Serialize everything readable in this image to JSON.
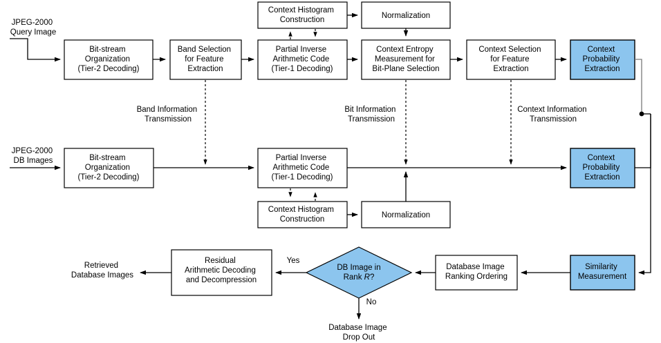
{
  "figure": {
    "type": "flowchart",
    "title": "JPEG-2000 compressed-domain image retrieval block diagram",
    "colors": {
      "node_fill": "#FFFFFF",
      "highlight_fill": "#8CC5EE",
      "stroke": "#000000",
      "gray_stroke": "#7A7A7A",
      "background": "#FFFFFF"
    }
  },
  "nodes": {
    "query_input": {
      "line1": "JPEG-2000",
      "line2": "Query Image"
    },
    "db_input": {
      "line1": "JPEG-2000",
      "line2": "DB Images"
    },
    "q_bitstream": {
      "line1": "Bit-stream",
      "line2": "Organization",
      "line3": "(Tier-2 Decoding)"
    },
    "q_bandsel": {
      "line1": "Band Selection",
      "line2": "for Feature",
      "line3": "Extraction"
    },
    "q_partial": {
      "line1": "Partial Inverse",
      "line2": "Arithmetic Code",
      "line3": "(Tier-1 Decoding)"
    },
    "q_hist": {
      "line1": "Context Histogram",
      "line2": "Construction"
    },
    "q_norm": {
      "line1": "Normalization"
    },
    "q_entropy": {
      "line1": "Context Entropy",
      "line2": "Measurement for",
      "line3": "Bit-Plane Selection"
    },
    "q_ctxsel": {
      "line1": "Context Selection",
      "line2": "for Feature",
      "line3": "Extraction"
    },
    "q_ctxprob": {
      "line1": "Context",
      "line2": "Probability",
      "line3": "Extraction"
    },
    "db_bitstream": {
      "line1": "Bit-stream",
      "line2": "Organization",
      "line3": "(Tier-2 Decoding)"
    },
    "db_partial": {
      "line1": "Partial Inverse",
      "line2": "Arithmetic Code",
      "line3": "(Tier-1 Decoding)"
    },
    "db_hist": {
      "line1": "Context Histogram",
      "line2": "Construction"
    },
    "db_norm": {
      "line1": "Normalization"
    },
    "db_ctxprob": {
      "line1": "Context",
      "line2": "Probability",
      "line3": "Extraction"
    },
    "similarity": {
      "line1": "Similarity",
      "line2": "Measurement"
    },
    "ranking": {
      "line1": "Database Image",
      "line2": "Ranking Ordering"
    },
    "decision": {
      "line1": "DB Image in",
      "line2_prefix": "Rank ",
      "line2_italic": "R",
      "line2_suffix": "?"
    },
    "residual": {
      "line1": "Residual",
      "line2": "Arithmetic Decoding",
      "line3": "and Decompression"
    },
    "retrieved": {
      "line1": "Retrieved",
      "line2": "Database Images"
    },
    "dropout": {
      "line1": "Database Image",
      "line2": "Drop Out"
    }
  },
  "annotations": {
    "band_info": {
      "line1": "Band Information",
      "line2": "Transmission"
    },
    "bit_info": {
      "line1": "Bit Information",
      "line2": "Transmission"
    },
    "context_info": {
      "line1": "Context Information",
      "line2": "Transmission"
    },
    "yes_label": "Yes",
    "no_label": "No"
  }
}
